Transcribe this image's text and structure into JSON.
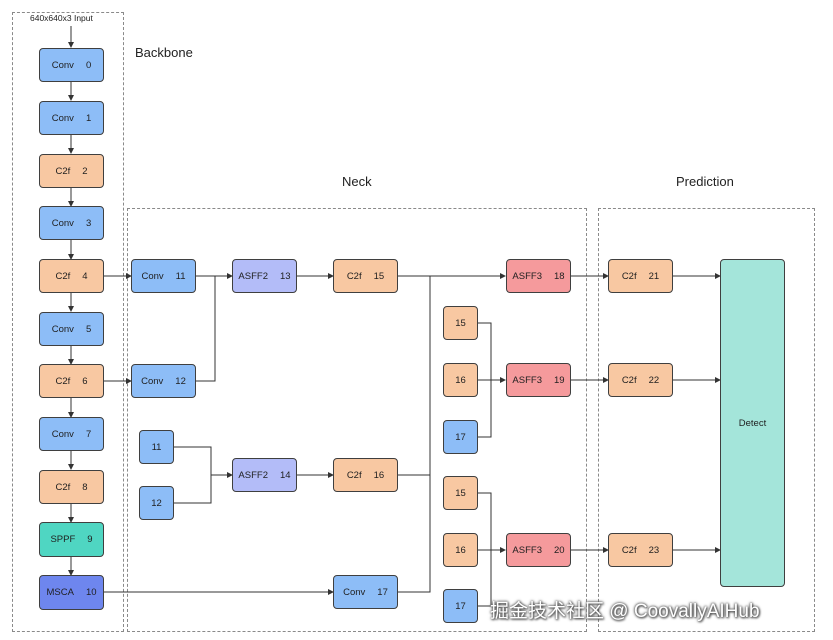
{
  "input_label": "640x640x3 Input",
  "regions": {
    "backbone": "Backbone",
    "neck": "Neck",
    "prediction": "Prediction"
  },
  "nodes": {
    "b0": {
      "type": "Conv",
      "idx": "0"
    },
    "b1": {
      "type": "Conv",
      "idx": "1"
    },
    "b2": {
      "type": "C2f",
      "idx": "2"
    },
    "b3": {
      "type": "Conv",
      "idx": "3"
    },
    "b4": {
      "type": "C2f",
      "idx": "4"
    },
    "b5": {
      "type": "Conv",
      "idx": "5"
    },
    "b6": {
      "type": "C2f",
      "idx": "6"
    },
    "b7": {
      "type": "Conv",
      "idx": "7"
    },
    "b8": {
      "type": "C2f",
      "idx": "8"
    },
    "b9": {
      "type": "SPPF",
      "idx": "9"
    },
    "b10": {
      "type": "MSCA",
      "idx": "10"
    },
    "n11": {
      "type": "Conv",
      "idx": "11"
    },
    "n12": {
      "type": "Conv",
      "idx": "12"
    },
    "r11": {
      "idx": "11"
    },
    "r12": {
      "idx": "12"
    },
    "a13": {
      "type": "ASFF2",
      "idx": "13"
    },
    "a14": {
      "type": "ASFF2",
      "idx": "14"
    },
    "c15": {
      "type": "C2f",
      "idx": "15"
    },
    "c16": {
      "type": "C2f",
      "idx": "16"
    },
    "n17": {
      "type": "Conv",
      "idx": "17"
    },
    "g1_15": {
      "idx": "15"
    },
    "g1_16": {
      "idx": "16"
    },
    "g1_17": {
      "idx": "17"
    },
    "g2_15": {
      "idx": "15"
    },
    "g2_16": {
      "idx": "16"
    },
    "g2_17": {
      "idx": "17"
    },
    "a18": {
      "type": "ASFF3",
      "idx": "18"
    },
    "a19": {
      "type": "ASFF3",
      "idx": "19"
    },
    "a20": {
      "type": "ASFF3",
      "idx": "20"
    },
    "p21": {
      "type": "C2f",
      "idx": "21"
    },
    "p22": {
      "type": "C2f",
      "idx": "22"
    },
    "p23": {
      "type": "C2f",
      "idx": "23"
    },
    "detect": {
      "type": "Detect"
    }
  },
  "colors": {
    "conv": "#8dbdf7",
    "c2f": "#f8c8a2",
    "asff2": "#b3bcf8",
    "asff3": "#f59a9c",
    "sppf": "#4fd6c2",
    "msca": "#6e86ee",
    "detect": "#a4e5da"
  },
  "watermark": "掘金技术社区 @ CoovallyAIHub"
}
